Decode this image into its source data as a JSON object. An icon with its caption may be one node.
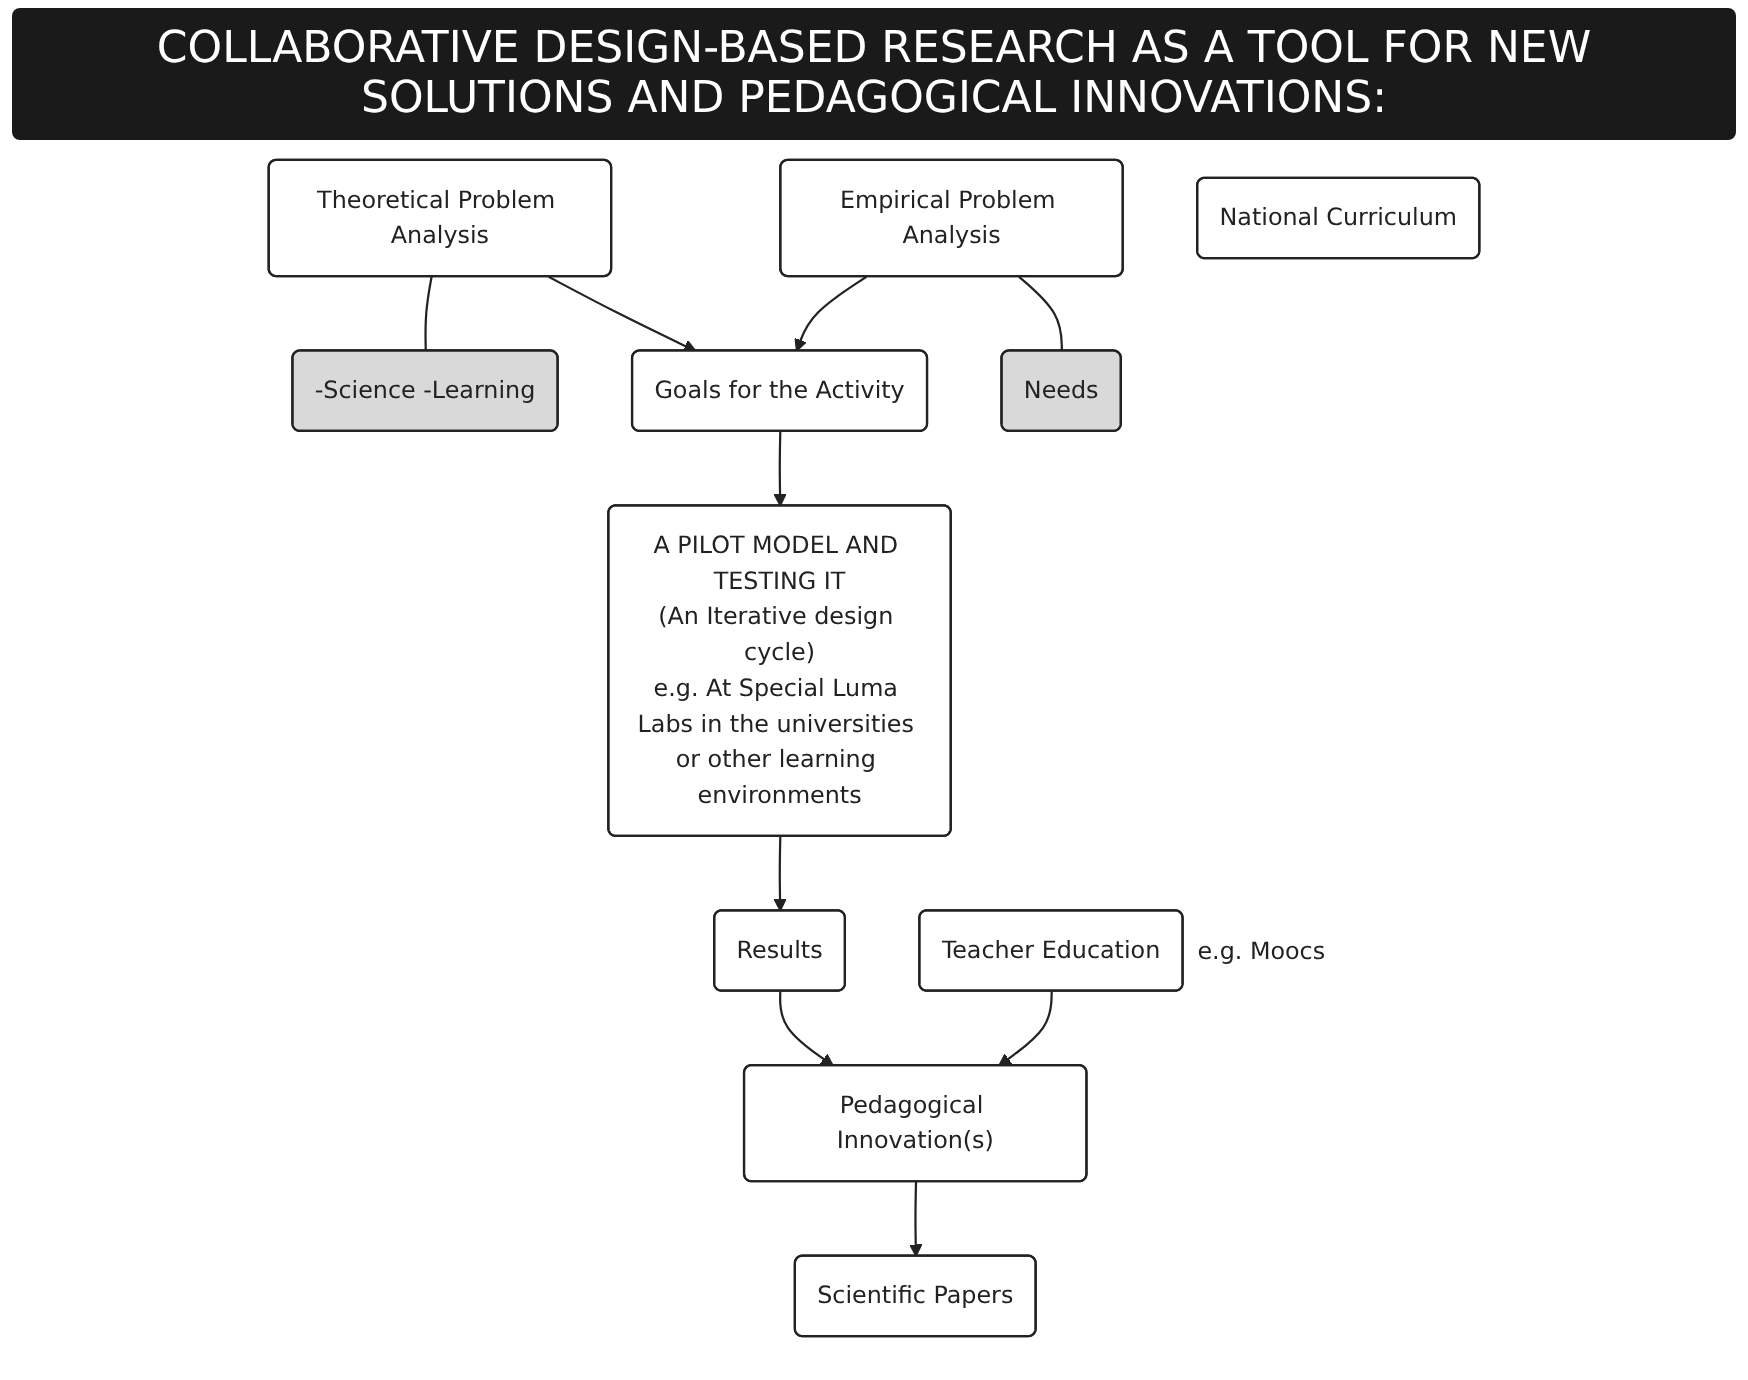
{
  "diagram": {
    "title": "COLLABORATIVE DESIGN-BASED RESEARCH AS A TOOL FOR NEW SOLUTIONS AND PEDAGOGICAL INNOVATIONS:",
    "nodes": [
      {
        "text": [
          "Theoretical Problem Analysis"
        ]
      },
      {
        "text": [
          "Empirical Problem Analysis"
        ]
      },
      {
        "text": [
          "-Science -Learning"
        ]
      },
      {
        "text": [
          "Goals for the Activity"
        ]
      },
      {
        "text": [
          "Needs"
        ]
      },
      {
        "text": [
          "National Curriculum"
        ]
      },
      {
        "text": [
          "A PILOT MODEL AND TESTING IT",
          "(An Iterative design cycle)",
          "e.g. At Special Luma Labs in the universities or other learning environments"
        ]
      },
      {
        "text": [
          "Results"
        ]
      },
      {
        "text": [
          "Scientific Papers"
        ]
      },
      {
        "text": [
          "Pedagogical Innovation(s)"
        ]
      },
      {
        "text": [
          "Teacher Education"
        ],
        "beside": [
          "e.g. Moocs"
        ]
      }
    ],
    "edges": [
      {
        "from": 0,
        "to": 2,
        "arrow": "none"
      },
      {
        "from": 1,
        "to": 4,
        "arrow": "none"
      },
      {
        "from": 0,
        "to": 3,
        "arrow": "to"
      },
      {
        "from": 1,
        "to": 3,
        "arrow": "to"
      },
      {
        "from": 3,
        "to": 6,
        "arrow": "to"
      },
      {
        "from": 6,
        "to": 7,
        "arrow": "to"
      },
      {
        "from": 7,
        "to": 9,
        "arrow": "to"
      },
      {
        "from": 9,
        "to": 8,
        "arrow": "to"
      },
      {
        "from": 10,
        "to": 9,
        "arrow": "to"
      }
    ]
  }
}
